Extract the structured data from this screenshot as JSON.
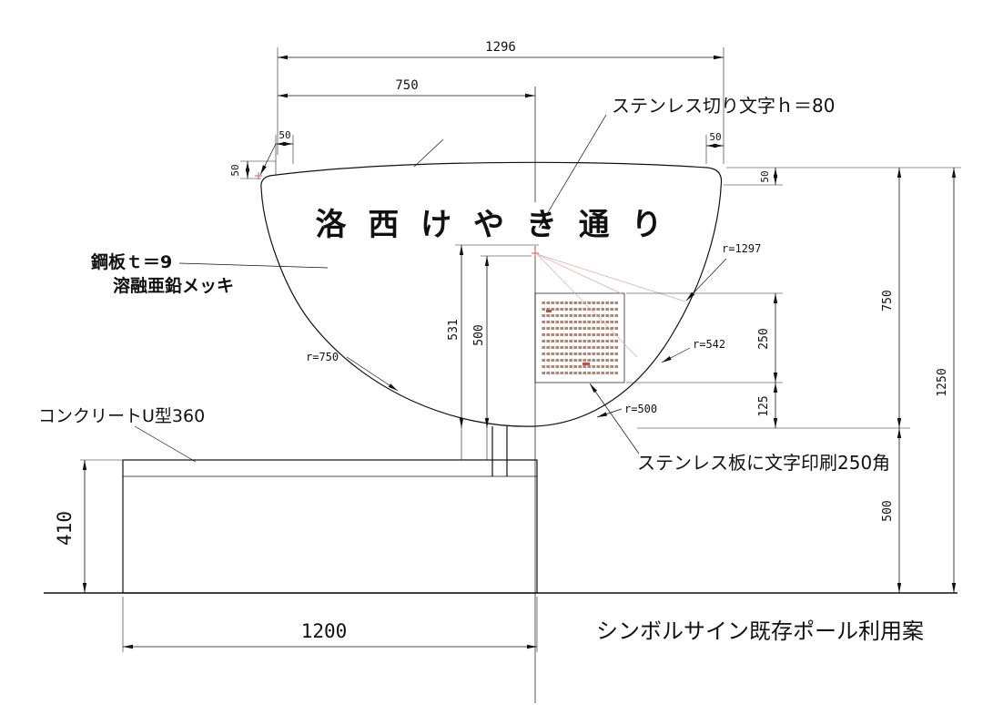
{
  "title": "シンボルサイン既存ポール利用案",
  "sign": {
    "text": "洛 西 け や き 通 り",
    "text_color": "#8a4a33"
  },
  "annotations": {
    "cut_letters": "ステンレス切り文字ｈ＝80",
    "steel_plate_line1": "鋼板ｔ＝9",
    "steel_plate_line2": "溶融亜鉛メッキ",
    "concrete_base": "コンクリートU型360",
    "printed_plate": "ステンレス板に文字印刷250角"
  },
  "dims": {
    "overall_top": "1296",
    "top_left": "750",
    "corner_left_h": "50",
    "corner_left_v": "50",
    "corner_right_h": "50",
    "corner_right_v": "50",
    "center_531": "531",
    "center_500": "500",
    "plate_250": "250",
    "gap_125": "125",
    "right_750": "750",
    "right_500": "500",
    "overall_right": "1250",
    "base_width": "1200",
    "base_height": "410"
  },
  "radii": {
    "r750": "r=750",
    "r1297": "r=1297",
    "r542": "r=542",
    "r500": "r=500"
  }
}
